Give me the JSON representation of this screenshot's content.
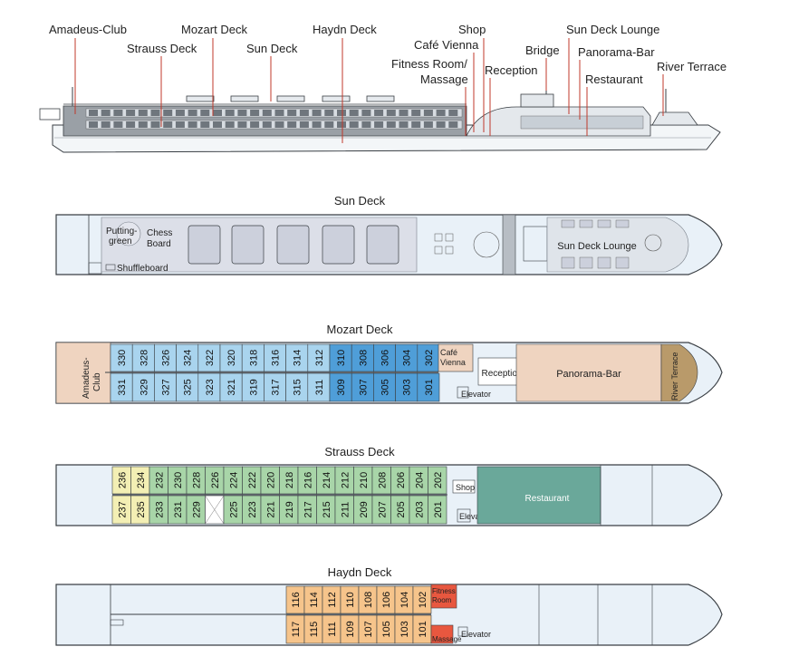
{
  "profile_labels": {
    "amadeus_club": "Amadeus-Club",
    "strauss_deck": "Strauss Deck",
    "mozart_deck": "Mozart Deck",
    "sun_deck": "Sun Deck",
    "haydn_deck": "Haydn Deck",
    "shop": "Shop",
    "cafe_vienna": "Café Vienna",
    "fitness_line1": "Fitness Room/",
    "fitness_line2": "Massage",
    "reception": "Reception",
    "bridge": "Bridge",
    "sun_deck_lounge": "Sun Deck Lounge",
    "panorama_bar": "Panorama-Bar",
    "restaurant": "Restaurant",
    "river_terrace": "River Terrace"
  },
  "sun_deck": {
    "title": "Sun Deck",
    "putting_line1": "Putting-",
    "putting_line2": "green",
    "chess_line1": "Chess",
    "chess_line2": "Board",
    "shuffleboard": "Shuffleboard",
    "lounge": "Sun Deck Lounge"
  },
  "mozart_deck": {
    "title": "Mozart Deck",
    "club_line1": "Amadeus-",
    "club_line2": "Club",
    "top_cabins": [
      "330",
      "328",
      "326",
      "324",
      "322",
      "320",
      "318",
      "316",
      "314",
      "312",
      "310",
      "308",
      "306",
      "304",
      "302"
    ],
    "bottom_cabins": [
      "331",
      "329",
      "327",
      "325",
      "323",
      "321",
      "319",
      "317",
      "315",
      "311",
      "309",
      "307",
      "305",
      "303",
      "301"
    ],
    "cafe_line1": "Café",
    "cafe_line2": "Vienna",
    "reception": "Reception",
    "elevator": "Elevator",
    "panorama_bar": "Panorama-Bar",
    "river_terrace": "River Terrace"
  },
  "strauss_deck": {
    "title": "Strauss Deck",
    "top_cabins": [
      "236",
      "234",
      "232",
      "230",
      "228",
      "226",
      "224",
      "222",
      "220",
      "218",
      "216",
      "214",
      "212",
      "210",
      "208",
      "206",
      "204",
      "202"
    ],
    "bottom_cabins": [
      "237",
      "235",
      "233",
      "231",
      "229",
      "",
      "225",
      "223",
      "221",
      "219",
      "217",
      "215",
      "211",
      "209",
      "207",
      "205",
      "203",
      "201"
    ],
    "shop": "Shop",
    "elevator": "Elevator",
    "restaurant": "Restaurant"
  },
  "haydn_deck": {
    "title": "Haydn Deck",
    "top_cabins": [
      "116",
      "114",
      "112",
      "110",
      "108",
      "106",
      "104",
      "102"
    ],
    "bottom_cabins": [
      "117",
      "115",
      "111",
      "109",
      "107",
      "105",
      "103",
      "101"
    ],
    "fitness_line1": "Fitness",
    "fitness_line2": "Room",
    "massage": "Massage",
    "elevator": "Elevator"
  },
  "colors": {
    "mozart_cabin": "#a9d4ee",
    "mozart_suite": "#4f9ed8",
    "strauss_cabin": "#a8d5a8",
    "strauss_yellow": "#f3efb4",
    "haydn_cabin": "#f6c48b",
    "fitness": "#e8573f",
    "amenity": "#efd4c0",
    "terrace": "#b99a6a",
    "restaurant": "#6aa89a",
    "hull": "#e9f1f8",
    "outline": "#3a3f44"
  }
}
